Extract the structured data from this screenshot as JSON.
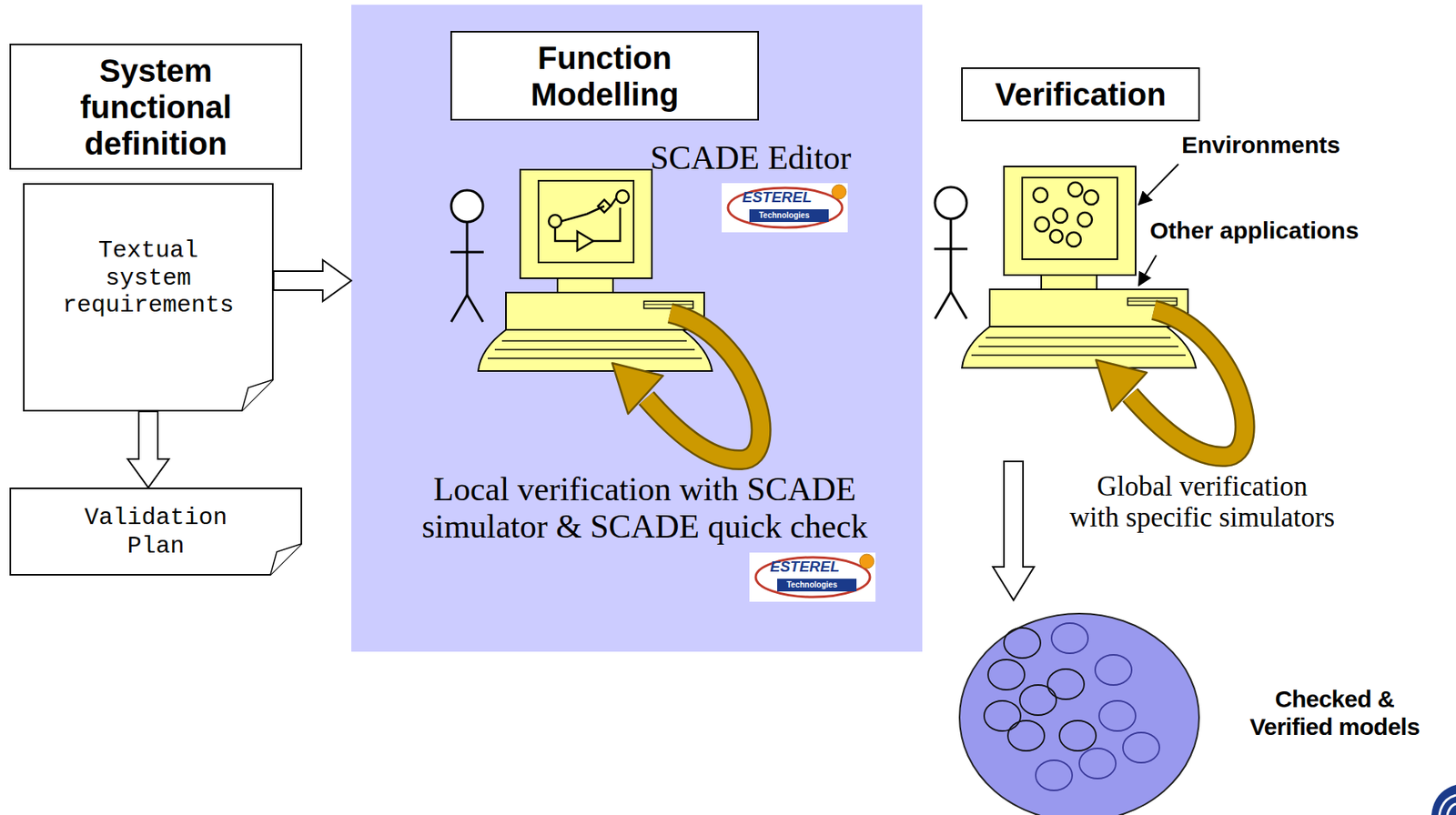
{
  "diagram": {
    "nodes": [
      {
        "text": [
          "System functional definition"
        ]
      },
      {
        "text": [
          "Textual system requirements"
        ]
      },
      {
        "text": [
          "Validation Plan"
        ]
      },
      {
        "text": [
          "SCADE Editor",
          "Local verification with SCADE simulator & SCADE quick check"
        ]
      },
      {
        "text": [
          "Function Modelling"
        ],
        "in": 3
      },
      {
        "text": [
          "Verification"
        ]
      },
      {
        "text": [
          "Checked & Verified models"
        ]
      }
    ],
    "edges": [
      {
        "from": 1,
        "to": 2,
        "arrow": "to"
      },
      {
        "from": 1,
        "to": 3,
        "arrow": "to"
      }
    ],
    "labels": [
      "ESTEREL",
      "Technologies",
      "ESTEREL",
      "Technologies",
      "Environments",
      "Other applications",
      "Global verification with specific simulators"
    ]
  }
}
